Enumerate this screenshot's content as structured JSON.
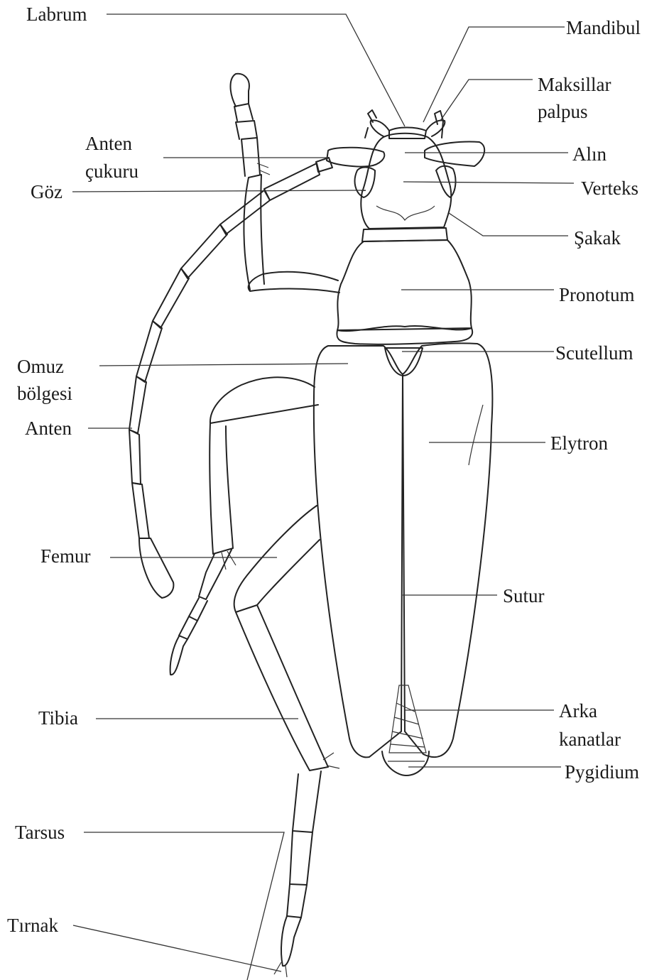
{
  "diagram": {
    "labels": {
      "labrum": "Labrum",
      "mandibul": "Mandibul",
      "maksillar_1": "Maksillar",
      "maksillar_2": "palpus",
      "anten_cukuru_1": "Anten",
      "anten_cukuru_2": "çukuru",
      "alin": "Alın",
      "goz": "Göz",
      "verteks": "Verteks",
      "sakak": "Şakak",
      "pronotum": "Pronotum",
      "scutellum": "Scutellum",
      "omuz_1": "Omuz",
      "omuz_2": "bölgesi",
      "anten": "Anten",
      "elytron": "Elytron",
      "femur": "Femur",
      "sutur": "Sutur",
      "tibia": "Tibia",
      "arka_kanatlar_1": "Arka",
      "arka_kanatlar_2": "kanatlar",
      "pygidium": "Pygidium",
      "tarsus": "Tarsus",
      "tirnak": "Tırnak"
    }
  }
}
